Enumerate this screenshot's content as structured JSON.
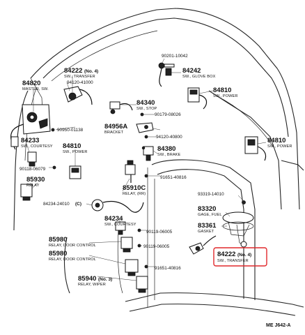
{
  "diagram": {
    "reference_code": "ME  J642-A",
    "highlight_color": "#e0282c",
    "labels": [
      {
        "id": "84222a",
        "number": "84222",
        "suffix": "(No. 4)",
        "desc": "SW., TRANSFER"
      },
      {
        "id": "94120-41000",
        "number": "94120-41000",
        "suffix": "",
        "desc": ""
      },
      {
        "id": "84820",
        "number": "84820",
        "suffix": "",
        "desc": "MASTER, SW."
      },
      {
        "id": "90201-10042",
        "number": "90201-10042",
        "suffix": "",
        "desc": ""
      },
      {
        "id": "84242",
        "number": "84242",
        "suffix": "",
        "desc": "SW., GLOVE BOX"
      },
      {
        "id": "84340",
        "number": "84340",
        "suffix": "",
        "desc": "SW., STOP"
      },
      {
        "id": "84810a",
        "number": "84810",
        "suffix": "",
        "desc": "SW., POWER"
      },
      {
        "id": "90179-08026",
        "number": "90179-08026",
        "suffix": "",
        "desc": ""
      },
      {
        "id": "90950-01138",
        "number": "90950-01138",
        "suffix": "",
        "desc": ""
      },
      {
        "id": "84956A",
        "number": "84956A",
        "suffix": "",
        "desc": "BRACKET"
      },
      {
        "id": "94120-40800",
        "number": "94120-40800",
        "suffix": "",
        "desc": ""
      },
      {
        "id": "84233",
        "number": "84233",
        "suffix": "",
        "desc": "SW., COURTESY"
      },
      {
        "id": "84810b",
        "number": "84810",
        "suffix": "",
        "desc": "SW., POWER"
      },
      {
        "id": "84380",
        "number": "84380",
        "suffix": "",
        "desc": "SW., BRAKE"
      },
      {
        "id": "84810c",
        "number": "84810",
        "suffix": "",
        "desc": "SW., POWER"
      },
      {
        "id": "90118-06079",
        "number": "90118-06079",
        "suffix": "",
        "desc": ""
      },
      {
        "id": "91651-40816a",
        "number": "91651-40816",
        "suffix": "",
        "desc": ""
      },
      {
        "id": "85930",
        "number": "85930",
        "suffix": "",
        "desc": "RELAY"
      },
      {
        "id": "85910C",
        "number": "85910C",
        "suffix": "",
        "desc": "RELAY, (RR)"
      },
      {
        "id": "93319-14010",
        "number": "93319-14010",
        "suffix": "",
        "desc": ""
      },
      {
        "id": "84234-24010",
        "number": "84234-24010",
        "suffix": "(C)",
        "desc": ""
      },
      {
        "id": "83320",
        "number": "83320",
        "suffix": "",
        "desc": "GAGE, FUEL"
      },
      {
        "id": "84234",
        "number": "84234",
        "suffix": "",
        "desc": "SW., COURTESY"
      },
      {
        "id": "83361",
        "number": "83361",
        "suffix": "",
        "desc": "GASKET"
      },
      {
        "id": "90119-06005a",
        "number": "90119-06005",
        "suffix": "",
        "desc": ""
      },
      {
        "id": "85980a",
        "number": "85980",
        "suffix": "",
        "desc": "RELAY, DOOR CONTROL"
      },
      {
        "id": "90119-06005b",
        "number": "90119-06005",
        "suffix": "",
        "desc": ""
      },
      {
        "id": "85980b",
        "number": "85980",
        "suffix": "",
        "desc": "RELAY, DOOR CONTROL"
      },
      {
        "id": "84222b",
        "number": "84222",
        "suffix": "(No. 4)",
        "desc": "SW., TRANSFER"
      },
      {
        "id": "91651-40816b",
        "number": "91651-40816",
        "suffix": "",
        "desc": ""
      },
      {
        "id": "85940",
        "number": "85940",
        "suffix": "(No. 3)",
        "desc": "RELAY, WIPER"
      }
    ]
  }
}
